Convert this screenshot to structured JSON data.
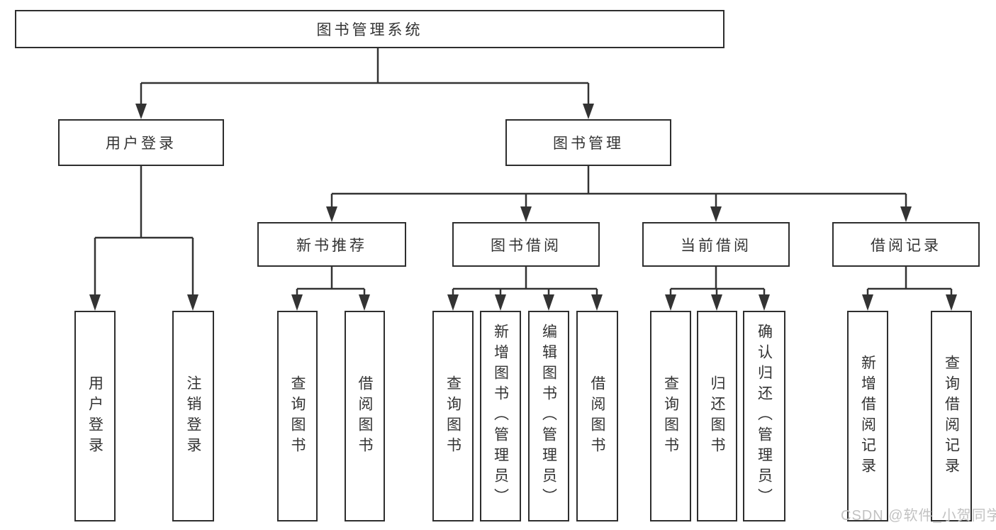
{
  "diagram": {
    "tree": {
      "label": "图书管理系统",
      "children": [
        {
          "label": "用户登录",
          "children": [
            {
              "label": "用户登录"
            },
            {
              "label": "注销登录"
            }
          ]
        },
        {
          "label": "图书管理",
          "children": [
            {
              "label": "新书推荐",
              "children": [
                {
                  "label": "查询图书"
                },
                {
                  "label": "借阅图书"
                }
              ]
            },
            {
              "label": "图书借阅",
              "children": [
                {
                  "label": "查询图书"
                },
                {
                  "label": "新增图书（管理员）"
                },
                {
                  "label": "编辑图书（管理员）"
                },
                {
                  "label": "借阅图书"
                }
              ]
            },
            {
              "label": "当前借阅",
              "children": [
                {
                  "label": "查询图书"
                },
                {
                  "label": "归还图书"
                },
                {
                  "label": "确认归还（管理员）"
                }
              ]
            },
            {
              "label": "借阅记录",
              "children": [
                {
                  "label": "新增借阅记录"
                },
                {
                  "label": "查询借阅记录"
                }
              ]
            }
          ]
        }
      ]
    },
    "colors": {
      "line": "#333333",
      "box_border": "#2e2e2e",
      "text": "#333333",
      "watermark": "#c2c2c2",
      "background": "#ffffff"
    }
  },
  "watermark": {
    "text": "CSDN @软件_小贺同学"
  }
}
